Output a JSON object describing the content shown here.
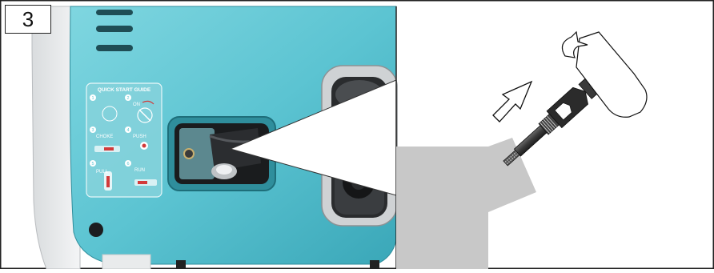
{
  "step": {
    "number": "3"
  },
  "quick_start_guide": {
    "title": "QUICK START GUIDE",
    "steps": [
      {
        "index": "1",
        "label": ""
      },
      {
        "index": "2",
        "label": "ON"
      },
      {
        "index": "3",
        "label": "CHOKE"
      },
      {
        "index": "4",
        "label": "PUSH"
      },
      {
        "index": "5",
        "label": "PULL"
      },
      {
        "index": "6",
        "label": "RUN"
      }
    ]
  },
  "icons": {
    "arrow": "outline-arrow-icon",
    "rotate": "rotate-arrow-icon",
    "spark_plug": "spark-plug-icon"
  },
  "colors": {
    "housing": "#5cc4d2",
    "housing_dark": "#3aa7b8",
    "callout_grey": "#c8c8c8",
    "frame": "#222222"
  }
}
